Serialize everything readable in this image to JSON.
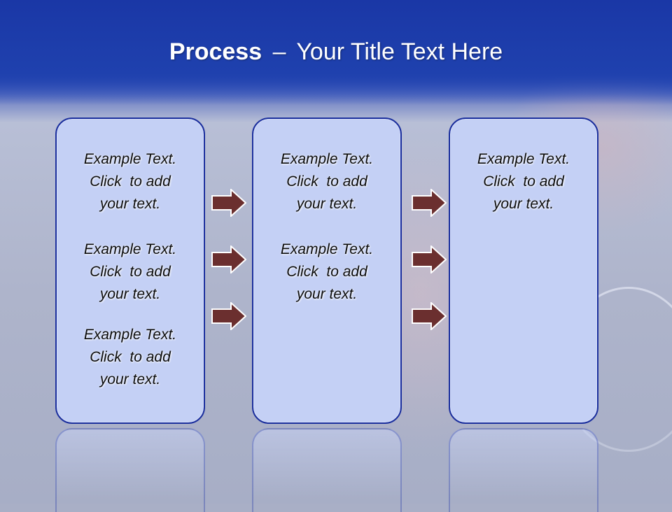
{
  "slide": {
    "title_bold": "Process",
    "title_separator": "–",
    "title_rest": "Your Title Text Here"
  },
  "columns": [
    {
      "items": [
        {
          "lines": [
            "Example Text.",
            "Click  to add",
            "your text."
          ]
        },
        {
          "lines": [
            "Example Text.",
            "Click  to add",
            "your text."
          ]
        },
        {
          "lines": [
            "Example Text.",
            "Click  to add",
            "your text."
          ]
        }
      ]
    },
    {
      "items": [
        {
          "lines": [
            "Example Text.",
            "Click  to add",
            "your text."
          ]
        },
        {
          "lines": [
            "Example Text.",
            "Click  to add",
            "your text."
          ]
        }
      ]
    },
    {
      "items": [
        {
          "lines": [
            "Example Text.",
            "Click  to add",
            "your text."
          ]
        }
      ]
    }
  ],
  "colors": {
    "header": "#1a37a6",
    "box_fill": "#c4d0f5",
    "box_border": "#1b2f9e",
    "arrow_fill": "#6b2f2f"
  },
  "icons": {
    "arrow": "right-arrow-icon"
  }
}
